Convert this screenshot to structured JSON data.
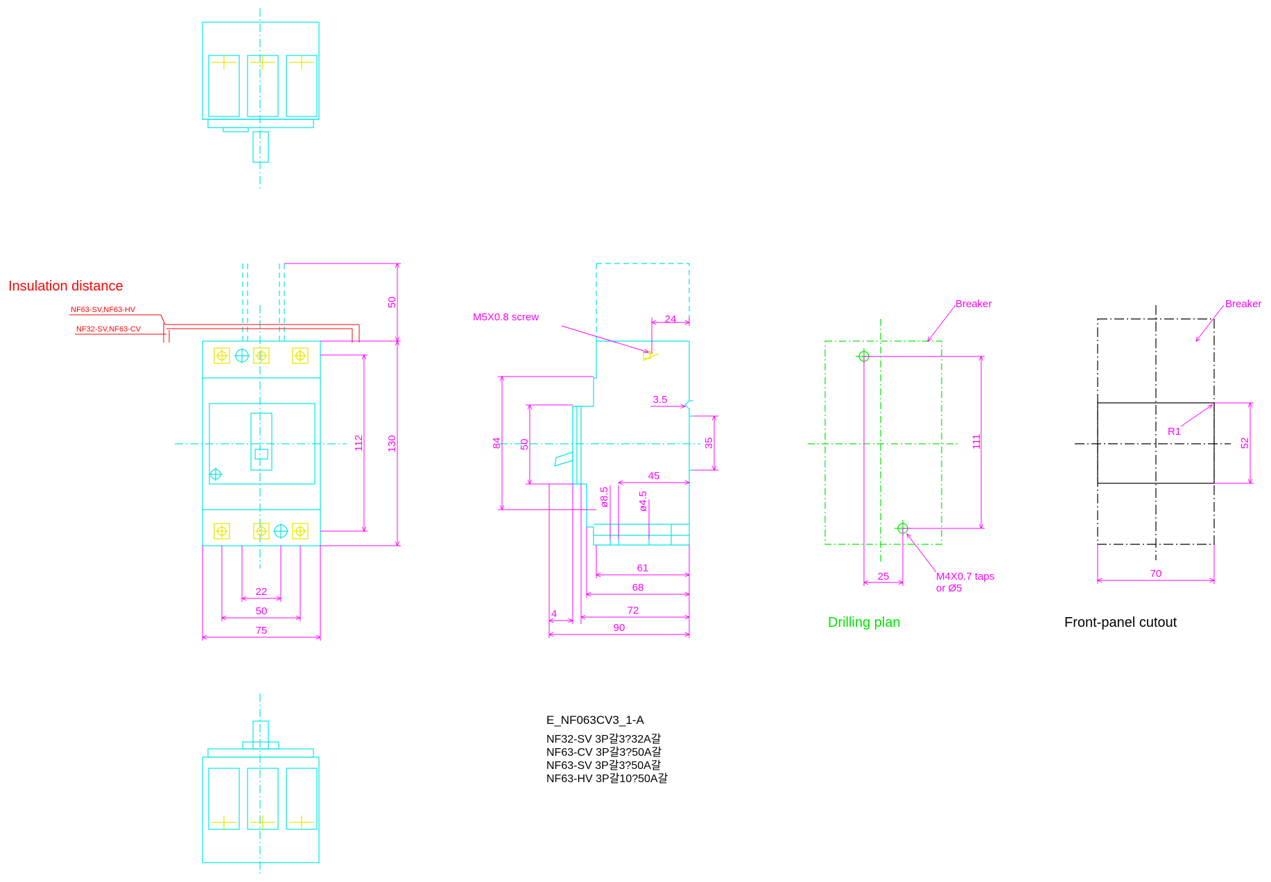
{
  "labels": {
    "insulation_distance": "Insulation distance",
    "insulation_upper": "NF63-SV,NF63-HV",
    "insulation_lower": "NF32-SV,NF63-CV",
    "screw_note": "M5X0.8 screw",
    "breaker_drill": "Breaker",
    "breaker_cutout": "Breaker",
    "drilling_plan": "Drilling plan",
    "taps_line1": "M4X0.7 taps",
    "taps_line2": "or Ø5",
    "front_panel_cutout": "Front-panel cutout",
    "radius": "R1"
  },
  "front_view_dims": {
    "d50_top": "50",
    "d130": "130",
    "d112": "112",
    "d22": "22",
    "d50_bottom": "50",
    "d75": "75"
  },
  "side_view_dims": {
    "d24": "24",
    "d3_5": "3.5",
    "d35": "35",
    "d84": "84",
    "d50": "50",
    "d8_5": "ø8.5",
    "d4_5": "ø4.5",
    "d45": "45",
    "d61": "61",
    "d68": "68",
    "d4": "4",
    "d72": "72",
    "d90": "90"
  },
  "drilling_dims": {
    "d111": "111",
    "d25": "25"
  },
  "cutout_dims": {
    "d52": "52",
    "d70": "70"
  },
  "title_block": {
    "drawing_no": "E_NF063CV3_1-A",
    "line1": "NF32-SV 3P갈3?32A갈",
    "line2": "NF63-CV 3P갈3?50A갈",
    "line3": "NF63-SV 3P갈3?50A갈",
    "line4": "NF63-HV 3P갈10?50A갈"
  },
  "colors": {
    "outline": "#00e5e5",
    "dimension": "#ff00ff",
    "terminal": "#e8e800",
    "insulation": "#ff0000",
    "drilling": "#00e600",
    "text": "#000000"
  }
}
